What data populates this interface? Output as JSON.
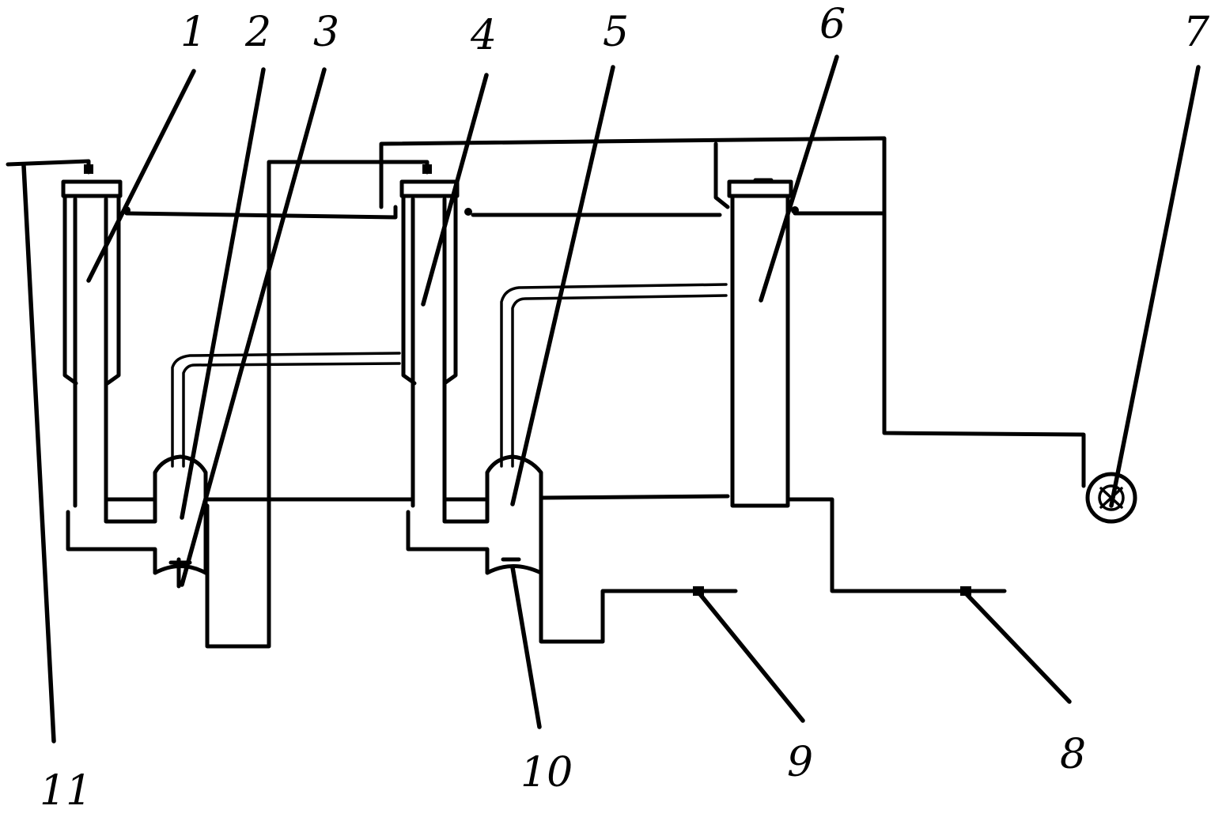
{
  "labels": {
    "n1": "1",
    "n2": "2",
    "n3": "3",
    "n4": "4",
    "n5": "5",
    "n6": "6",
    "n7": "7",
    "n8": "8",
    "n9": "9",
    "n10": "10",
    "n11": "11"
  },
  "icons": {
    "component_7": "pump-wheel-icon"
  }
}
